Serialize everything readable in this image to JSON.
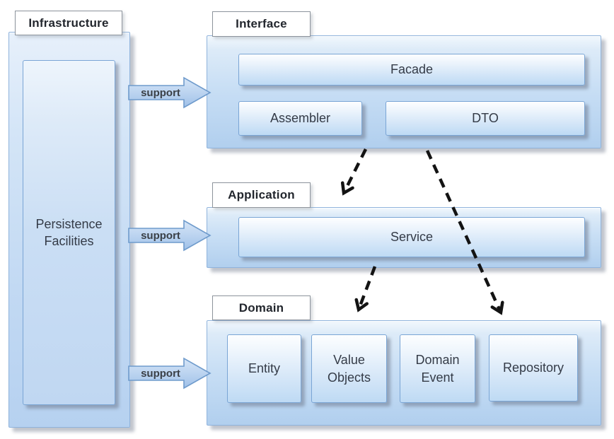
{
  "infrastructure": {
    "label": "Infrastructure",
    "persistence_facilities": "Persistence Facilities"
  },
  "layers": {
    "interface": {
      "label": "Interface",
      "facade": "Facade",
      "assembler": "Assembler",
      "dto": "DTO"
    },
    "application": {
      "label": "Application",
      "service": "Service"
    },
    "domain": {
      "label": "Domain",
      "entity": "Entity",
      "value_objects": "Value Objects",
      "domain_event": "Domain Event",
      "repository": "Repository"
    }
  },
  "arrows": {
    "support_label": "support",
    "connections": [
      {
        "from": "Infrastructure",
        "to": "Interface",
        "type": "support-arrow"
      },
      {
        "from": "Infrastructure",
        "to": "Application",
        "type": "support-arrow"
      },
      {
        "from": "Infrastructure",
        "to": "Domain",
        "type": "support-arrow"
      },
      {
        "from": "Interface (Assembler)",
        "to": "Application (Service)",
        "type": "dashed-dependency"
      },
      {
        "from": "Interface (DTO)",
        "to": "Domain",
        "type": "dashed-dependency"
      },
      {
        "from": "Application (Service)",
        "to": "Domain",
        "type": "dashed-dependency"
      }
    ]
  },
  "colors": {
    "container_fill_top": "#f2f8fd",
    "container_fill_bottom": "#b1cfee",
    "container_border": "#8fb3dc",
    "node_fill_top": "#fdfeff",
    "node_fill_bottom": "#bedaf4",
    "node_border": "#7aa5d5",
    "label_background": "#ffffff",
    "label_border": "#8d949c",
    "text": "#343b47",
    "dashed_arrow": "#131313",
    "support_arrow_fill_top": "#d3e3f6",
    "support_arrow_fill_bottom": "#a3c3e9",
    "support_arrow_border": "#6f9bcc"
  }
}
